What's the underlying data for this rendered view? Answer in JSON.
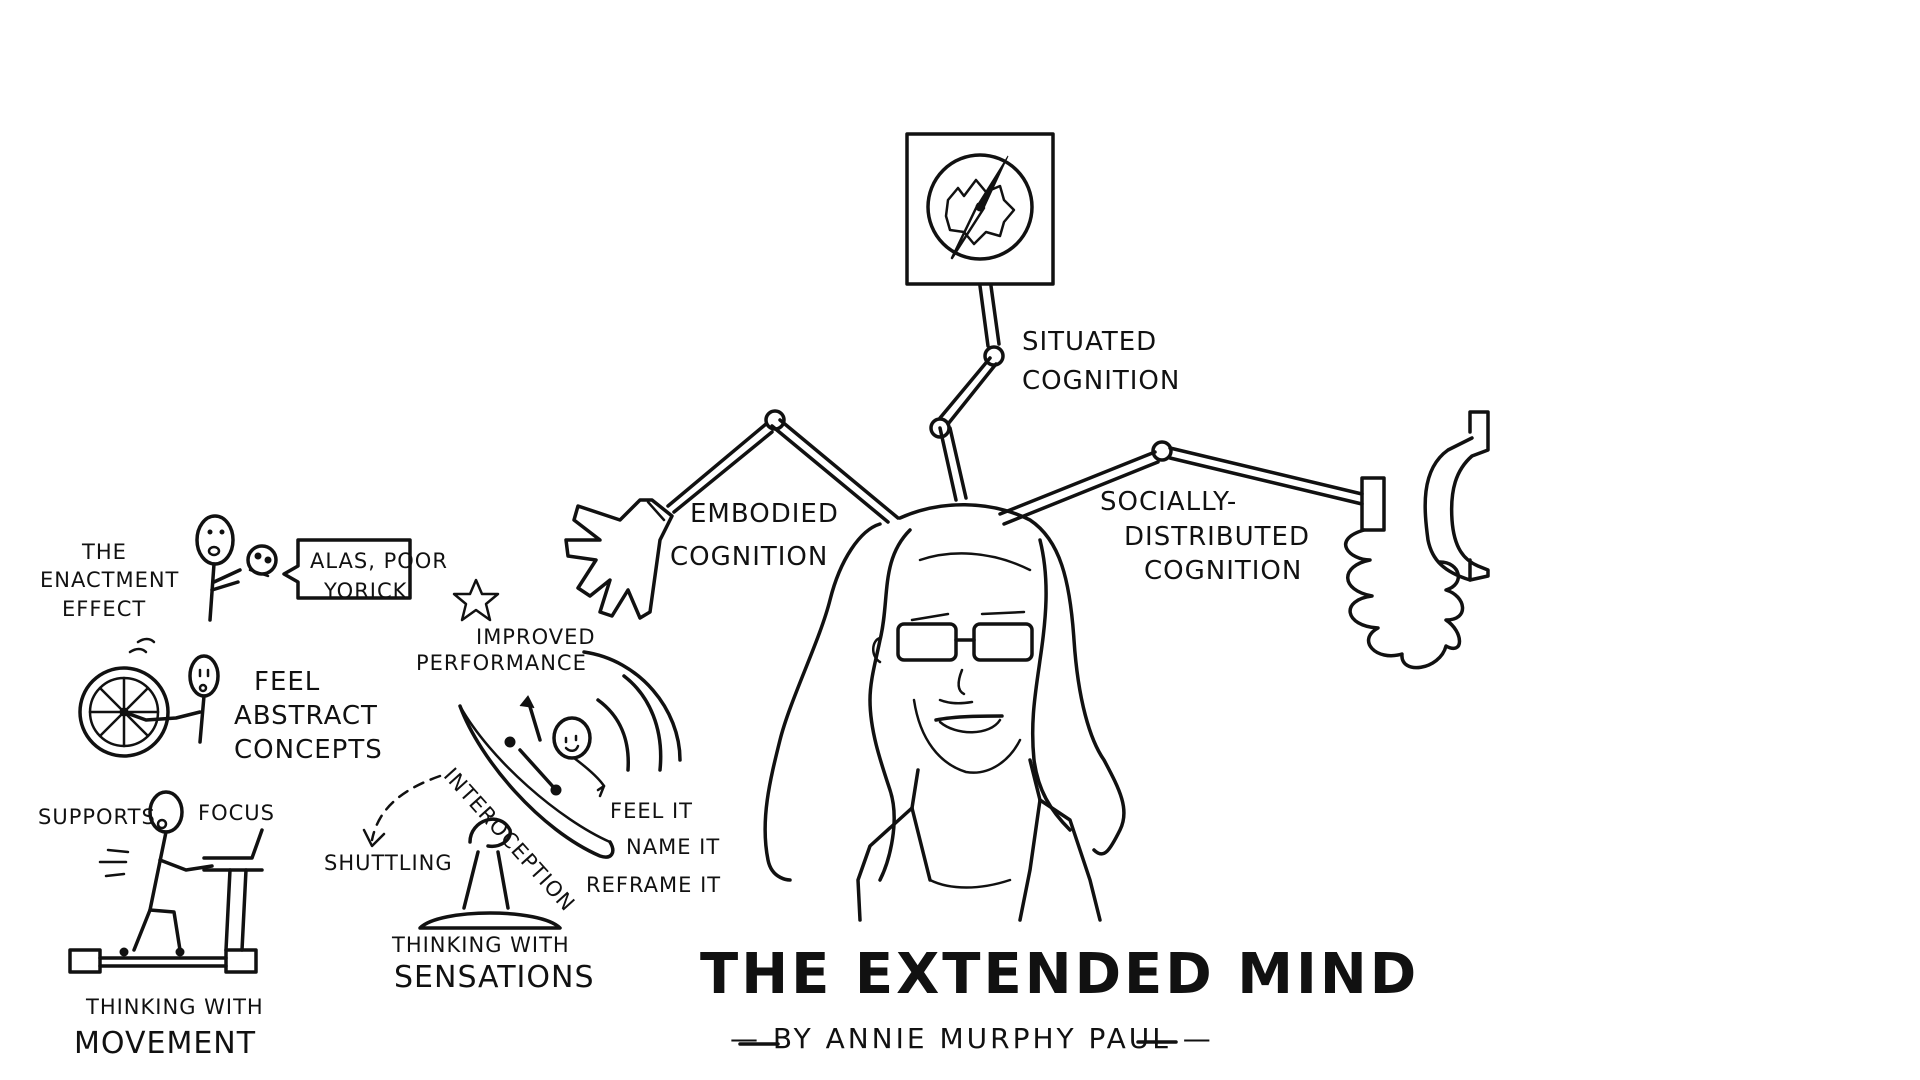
{
  "title": "THE EXTENDED MIND",
  "byline": "— BY ANNIE MURPHY PAUL —",
  "labels": {
    "situated": [
      "SITUATED",
      "COGNITION"
    ],
    "embodied": [
      "EMBODIED",
      "COGNITION"
    ],
    "social": [
      "SOCIALLY-",
      "DISTRIBUTED",
      "COGNITION"
    ],
    "enactment": [
      "THE",
      "ENACTMENT",
      "EFFECT"
    ],
    "speech": [
      "ALAS, POOR",
      "YORICK"
    ],
    "abstract": [
      "FEEL",
      "ABSTRACT",
      "CONCEPTS"
    ],
    "supports": "SUPPORTS",
    "focus": "FOCUS",
    "movement": [
      "THINKING WITH",
      "MOVEMENT"
    ],
    "improved": [
      "IMPROVED",
      "PERFORMANCE"
    ],
    "interoception": "INTEROCEPTION",
    "feel_it": "FEEL IT",
    "name_it": "NAME IT",
    "reframe_it": "REFRAME IT",
    "shuttling": "SHUTTLING",
    "sensations": [
      "THINKING WITH",
      "SENSATIONS"
    ]
  }
}
